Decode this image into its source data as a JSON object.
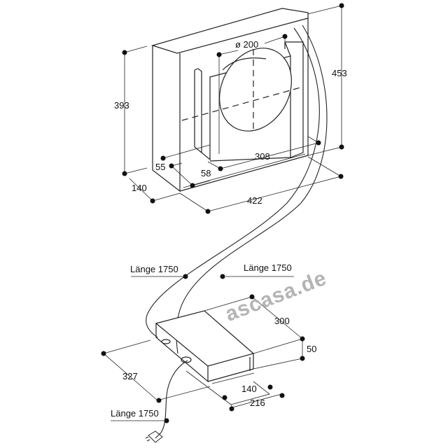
{
  "diagram": {
    "upper_unit": {
      "height_label": "393",
      "total_height_label": "453",
      "diameter_label": "ø 200",
      "offset_55_label": "55",
      "offset_58_label": "58",
      "width_inner_label": "308",
      "depth_label": "140",
      "width_label": "422"
    },
    "cables": {
      "left_cable_label": "Länge 1750",
      "right_cable_label": "Länge 1750",
      "power_cable_label": "Länge 1750"
    },
    "lower_unit": {
      "depth_label": "300",
      "height_label": "50",
      "width_label": "327",
      "bracket_140_label": "140",
      "bracket_216_label": "216"
    },
    "watermark": "ascasa.de"
  }
}
